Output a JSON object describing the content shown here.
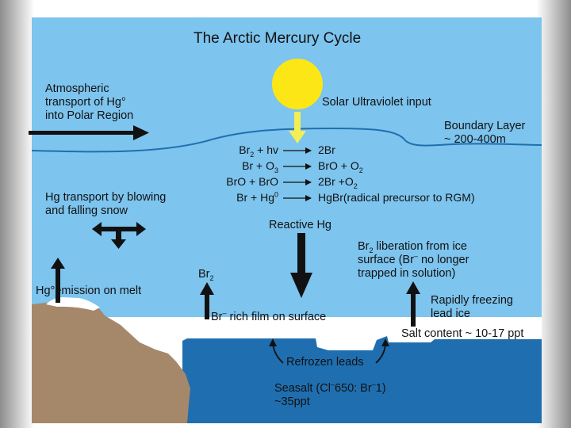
{
  "title": "The Arctic Mercury Cycle",
  "colors": {
    "sky": "#7dc4ee",
    "sea": "#1f6fb0",
    "ice": "#ffffff",
    "land": "#a5876a",
    "sun": "#fde616",
    "sun_ray": "#f2ef55",
    "arrow": "#111111",
    "boundary_line": "#1f6fb0"
  },
  "labels": {
    "atmospheric_transport": [
      "Atmospheric",
      "transport of  Hg°",
      "into Polar Region"
    ],
    "solar_uv": "Solar Ultraviolet input",
    "boundary_layer": [
      "Boundary Layer",
      "~ 200-400m"
    ],
    "hg_transport_snow": [
      "Hg transport by blowing",
      "and falling snow"
    ],
    "reactive_hg": "Reactive Hg",
    "br2_liberation": [
      "liberation from ice",
      "surface (Br",
      " no longer",
      "trapped in solution)"
    ],
    "hg_emission": "Hg°emission on melt",
    "br_rich_film": "rich film on surface",
    "rapidly_freezing": [
      "Rapidly freezing",
      "lead ice"
    ],
    "salt_content": "Salt content ~ 10-17 ppt",
    "refrozen_leads": "Refrozen leads",
    "seasalt": [
      "Seasalt (Cl",
      "650: Br",
      "1)",
      "~35ppt"
    ]
  },
  "reactions": [
    {
      "left": [
        "Br",
        "2",
        " + hv"
      ],
      "right": [
        "2Br"
      ]
    },
    {
      "left": [
        "Br + O",
        "3"
      ],
      "right": [
        "BrO + O",
        "2"
      ]
    },
    {
      "left": [
        "BrO + BrO"
      ],
      "right": [
        "2Br +O",
        "2"
      ]
    },
    {
      "left": [
        "Br + Hg",
        "0"
      ],
      "right": [
        "HgBr(radical precursor to RGM)"
      ]
    }
  ],
  "symbols": {
    "br2": [
      "Br",
      "2"
    ],
    "br_minus": [
      "Br",
      "–"
    ],
    "minus": "–"
  }
}
